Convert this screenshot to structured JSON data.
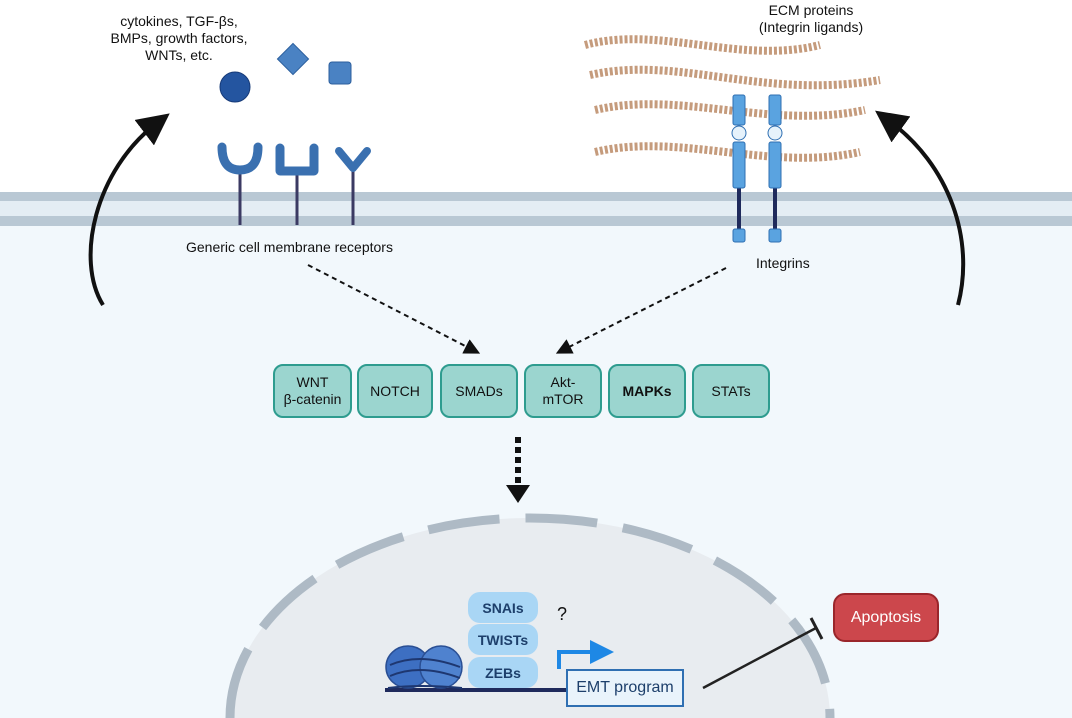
{
  "ligands_label": [
    "cytokines, TGF-βs,",
    "BMPs, growth factors,",
    "WNTs, etc."
  ],
  "ecm_label": [
    "ECM proteins",
    "(Integrin ligands)"
  ],
  "receptors_label": "Generic cell membrane receptors",
  "integrins_label": "Integrins",
  "pathways": [
    {
      "lines": [
        "WNT",
        "β-catenin"
      ],
      "bold": false
    },
    {
      "lines": [
        "NOTCH"
      ],
      "bold": false
    },
    {
      "lines": [
        "SMADs"
      ],
      "bold": false
    },
    {
      "lines": [
        "Akt-",
        "mTOR"
      ],
      "bold": false
    },
    {
      "lines": [
        "MAPKs"
      ],
      "bold": true
    },
    {
      "lines": [
        "STATs"
      ],
      "bold": false
    }
  ],
  "transcription_factors": [
    "SNAIs",
    "TWISTs",
    "ZEBs"
  ],
  "question_mark": "?",
  "emt_program": "EMT program",
  "apoptosis": "Apoptosis",
  "colors": {
    "membrane": "#b9c8d4",
    "membrane_core": "#e4edf4",
    "cytoplasm": "#f2f8fc",
    "receptor_head": "#3a70b0",
    "receptor_stem": "#3b3a63",
    "pathway_fill": "#9bd5cf",
    "pathway_border": "#2e9c8f",
    "tf_fill": "#a9d6f5",
    "emt_border": "#2f6fb2",
    "apoptosis_fill": "#cc474c",
    "fiber": "#c59b7c",
    "nucleus_fill": "#e8ecf0",
    "nucleus_border": "#aebac5"
  }
}
